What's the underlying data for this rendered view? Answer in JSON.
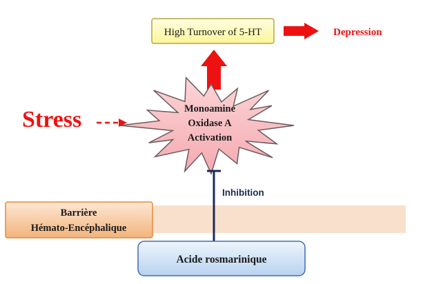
{
  "diagram": {
    "top_box": {
      "label": "High Turnover of 5-HT"
    },
    "outcome": {
      "label": "Depression"
    },
    "trigger": {
      "label": "Stress"
    },
    "enzyme": {
      "lines": [
        "Monoamine",
        "Oxidase A",
        "Activation"
      ]
    },
    "inhibition": {
      "label": "Inhibition"
    },
    "barrier": {
      "lines": [
        "Barrière",
        "Hémato-Encéphalique"
      ]
    },
    "compound": {
      "label": "Acide rosmarinique"
    }
  },
  "colors": {
    "red": "#ee1111",
    "top_box_fill": "#fdfbb5",
    "top_box_border": "#b8a63e",
    "star_fill": "#f9c3c6",
    "star_border": "#6b5a5c",
    "navy": "#1c2a55",
    "barrier_band": "#f8e0cc",
    "barrier_fill": "#f6c79e",
    "barrier_border": "#e08a3a",
    "compound_fill": "#cfe0f4",
    "compound_border": "#3f6bb0"
  }
}
